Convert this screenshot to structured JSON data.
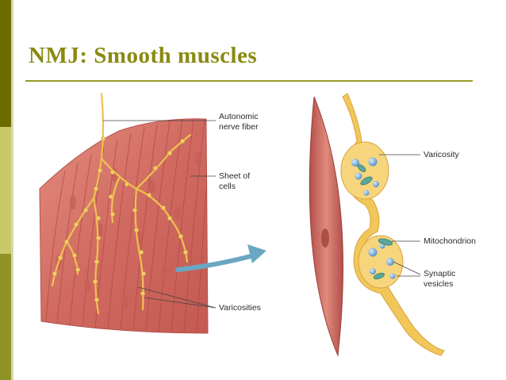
{
  "slide": {
    "title": "NMJ: Smooth muscles",
    "accent_colors": {
      "dark": "#6b6b00",
      "light": "#c7c96a",
      "mid": "#8f9326",
      "title": "#8a8a12"
    }
  },
  "figure": {
    "labels": {
      "autonomic_nerve_fiber_line1": "Autonomic",
      "autonomic_nerve_fiber_line2": "nerve fiber",
      "sheet_of_cells_line1": "Sheet of",
      "sheet_of_cells_line2": "cells",
      "varicosities": "Varicosities",
      "varicosity": "Varicosity",
      "mitochondrion": "Mitochondrion",
      "synaptic_vesicles_line1": "Synaptic",
      "synaptic_vesicles_line2": "vesicles"
    },
    "colors": {
      "muscle": "#d9766a",
      "muscle_dark": "#b4524c",
      "nerve": "#f0c957",
      "nerve_light": "#f7dc86",
      "vesicle": "#7fb0d8",
      "arrow": "#6aa7c2"
    }
  }
}
